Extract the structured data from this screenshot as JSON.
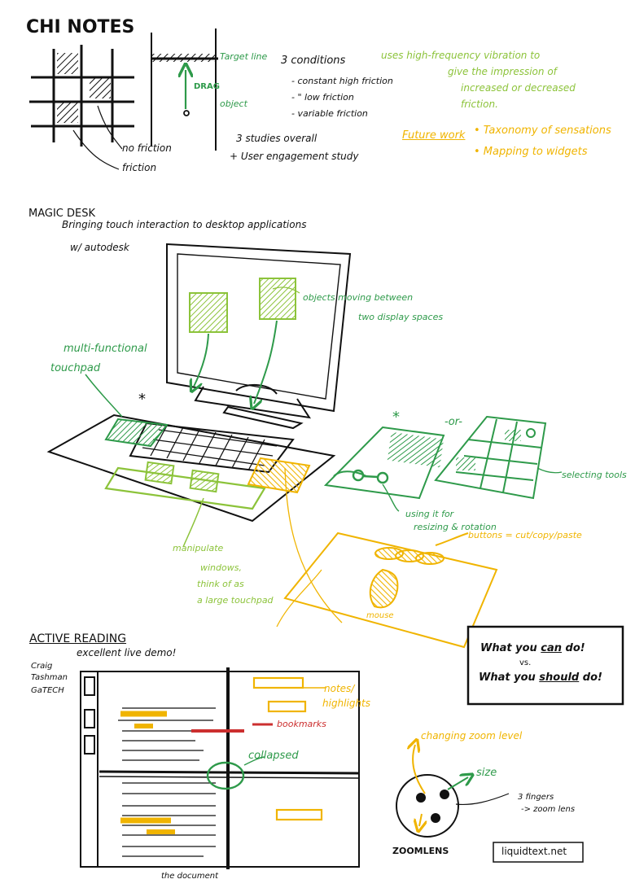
{
  "colors": {
    "ink": "#111111",
    "green": "#2e9a4a",
    "lime": "#8cc33a",
    "yellow": "#f0b400",
    "red": "#cc2f2f"
  },
  "title": "CHI NOTES",
  "friction": {
    "target_line": "Target line",
    "drag": "DRAG",
    "object": "object",
    "no_friction": "no friction",
    "friction": "friction",
    "conditions_title": "3 conditions",
    "conditions": [
      "- constant high friction",
      "- \" low friction",
      "- variable friction"
    ],
    "studies": "3 studies overall",
    "engagement": "+ User engagement study",
    "vibration_note": [
      "uses high-frequency vibration to",
      "give the impression of",
      "increased or decreased",
      "friction."
    ],
    "future_label": "Future work",
    "future_items": [
      "• Taxonomy of sensations",
      "• Mapping to widgets"
    ]
  },
  "magic_desk": {
    "heading": "MAGIC DESK",
    "subtitle": "Bringing touch interaction to desktop applications",
    "with": "w/ autodesk",
    "objects_moving": [
      "objects moving between",
      "two display spaces"
    ],
    "touchpad": [
      "multi-functional",
      "touchpad"
    ],
    "or": "-or-",
    "star": "*",
    "selecting_tools": "selecting tools",
    "rotation": [
      "using it for",
      "resizing & rotation"
    ],
    "manipulate": [
      "manipulate",
      "windows,",
      "think of as",
      "a large touchpad"
    ],
    "buttons": "buttons = cut/copy/paste",
    "mouse": "mouse"
  },
  "active_reading": {
    "heading": "ACTIVE READING",
    "demo": "excellent live demo!",
    "credit": [
      "Craig",
      "Tashman",
      "GaTECH"
    ],
    "notes": [
      "notes/",
      "highlights"
    ],
    "bookmarks": "bookmarks",
    "collapsed": "collapsed",
    "document": "the document",
    "zoom_level": "changing zoom level",
    "size": "size",
    "fingers": [
      "3 fingers",
      "-> zoom lens"
    ],
    "zoomlens": "ZOOMLENS",
    "url": "liquidtext.net"
  },
  "callout": {
    "line1_a": "What you ",
    "line1_b": "can",
    "line1_c": " do!",
    "vs": "vs.",
    "line2_a": "What you ",
    "line2_b": "should",
    "line2_c": " do!"
  }
}
